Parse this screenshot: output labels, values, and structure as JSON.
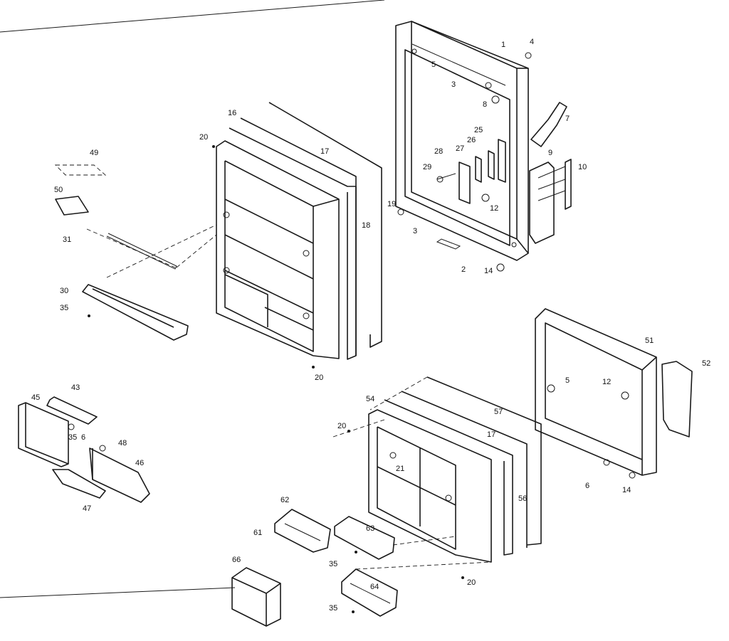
{
  "labels": {
    "l1": "1",
    "l4": "4",
    "l5a": "5",
    "l3a": "3",
    "l8": "8",
    "l7": "7",
    "l25": "25",
    "l26": "26",
    "l27": "27",
    "l28": "28",
    "l29": "29",
    "l12a": "12",
    "l9": "9",
    "l10": "10",
    "l3b": "3",
    "l2": "2",
    "l14a": "14",
    "l16": "16",
    "l20a": "20",
    "l17a": "17",
    "l19": "19",
    "l18": "18",
    "l49": "49",
    "l50": "50",
    "l31": "31",
    "l30": "30",
    "l35a": "35",
    "l20b": "20",
    "l43": "43",
    "l45": "45",
    "l35b": "35",
    "l6a": "6",
    "l48": "48",
    "l46": "46",
    "l47": "47",
    "l51": "51",
    "l52": "52",
    "l5b": "5",
    "l12b": "12",
    "l6b": "6",
    "l14b": "14",
    "l54": "54",
    "l57": "57",
    "l20c": "20",
    "l17b": "17",
    "l21": "21",
    "l56": "56",
    "l62": "62",
    "l61": "61",
    "l63": "63",
    "l35c": "35",
    "l20d": "20",
    "l64": "64",
    "l35d": "35",
    "l66": "66"
  }
}
